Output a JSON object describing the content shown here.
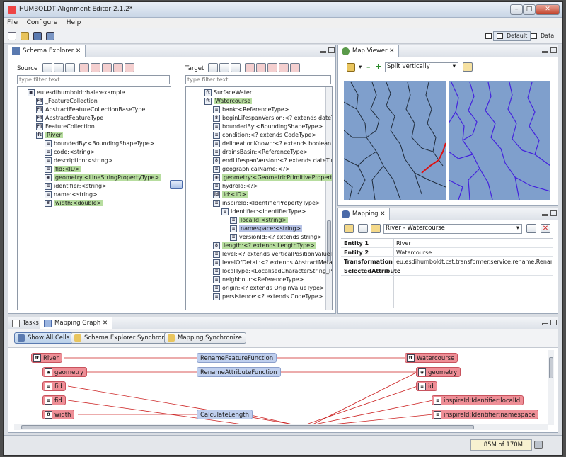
{
  "window": {
    "title": "HUMBOLDT Alignment Editor 2.1.2*"
  },
  "menu": [
    "File",
    "Configure",
    "Help"
  ],
  "perspectives": {
    "default": "Default",
    "data": "Data"
  },
  "schema_explorer": {
    "tab": "Schema Explorer",
    "source_label": "Source",
    "target_label": "Target",
    "source_filter_placeholder": "type filter text",
    "target_filter_placeholder": "type filter text",
    "source_tree": [
      {
        "icon": "package",
        "text": "eu:esdihumboldt:hale:example",
        "indent": 0,
        "hl": ""
      },
      {
        "icon": "FT",
        "text": "_FeatureCollection",
        "indent": 1,
        "hl": ""
      },
      {
        "icon": "FT",
        "text": "AbstractFeatureCollectionBaseType",
        "indent": 1,
        "hl": ""
      },
      {
        "icon": "FT",
        "text": "AbstractFeatureType",
        "indent": 1,
        "hl": ""
      },
      {
        "icon": "FT",
        "text": "FeatureCollection",
        "indent": 1,
        "hl": ""
      },
      {
        "icon": "ft",
        "text": "River",
        "indent": 1,
        "hl": "g"
      },
      {
        "icon": "list",
        "text": "boundedBy:<BoundingShapeType>",
        "indent": 2,
        "hl": ""
      },
      {
        "icon": "list",
        "text": "code:<string>",
        "indent": 2,
        "hl": ""
      },
      {
        "icon": "list",
        "text": "description:<string>",
        "indent": 2,
        "hl": ""
      },
      {
        "icon": "list",
        "text": "fid:<ID>",
        "indent": 2,
        "hl": "g"
      },
      {
        "icon": "geo",
        "text": "geometry:<LineStringPropertyType>",
        "indent": 2,
        "hl": "g"
      },
      {
        "icon": "list",
        "text": "identifier:<string>",
        "indent": 2,
        "hl": ""
      },
      {
        "icon": "list",
        "text": "name:<string>",
        "indent": 2,
        "hl": ""
      },
      {
        "icon": "8",
        "text": "width:<double>",
        "indent": 2,
        "hl": "g"
      }
    ],
    "target_tree": [
      {
        "icon": "ft",
        "text": "SurfaceWater",
        "indent": 0,
        "hl": ""
      },
      {
        "icon": "ft",
        "text": "Watercourse",
        "indent": 0,
        "hl": "g"
      },
      {
        "icon": "list",
        "text": "bank:<ReferenceType>",
        "indent": 1,
        "hl": ""
      },
      {
        "icon": "8",
        "text": "beginLifespanVersion:<? extends dateTi",
        "indent": 1,
        "hl": ""
      },
      {
        "icon": "list",
        "text": "boundedBy:<BoundingShapeType>",
        "indent": 1,
        "hl": ""
      },
      {
        "icon": "list",
        "text": "condition:<? extends CodeType>",
        "indent": 1,
        "hl": ""
      },
      {
        "icon": "list",
        "text": "delineationKnown:<? extends boolean>",
        "indent": 1,
        "hl": ""
      },
      {
        "icon": "list",
        "text": "drainsBasin:<ReferenceType>",
        "indent": 1,
        "hl": ""
      },
      {
        "icon": "8",
        "text": "endLifespanVersion:<? extends dateTim",
        "indent": 1,
        "hl": ""
      },
      {
        "icon": "list",
        "text": "geographicalName:<?>",
        "indent": 1,
        "hl": ""
      },
      {
        "icon": "geo",
        "text": "geometry:<GeometricPrimitiveProperty",
        "indent": 1,
        "hl": "g"
      },
      {
        "icon": "list",
        "text": "hydroId:<?>",
        "indent": 1,
        "hl": ""
      },
      {
        "icon": "id",
        "text": "id:<ID>",
        "indent": 1,
        "hl": "g"
      },
      {
        "icon": "list",
        "text": "inspireId:<IdentifierPropertyType>",
        "indent": 1,
        "hl": ""
      },
      {
        "icon": "list",
        "text": "Identifier:<IdentifierType>",
        "indent": 2,
        "hl": ""
      },
      {
        "icon": "list",
        "text": "localId:<string>",
        "indent": 3,
        "hl": "g"
      },
      {
        "icon": "list",
        "text": "namespace:<string>",
        "indent": 3,
        "hl": "b"
      },
      {
        "icon": "list",
        "text": "versionId:<? extends string>",
        "indent": 3,
        "hl": ""
      },
      {
        "icon": "8",
        "text": "length:<? extends LengthType>",
        "indent": 1,
        "hl": "g"
      },
      {
        "icon": "list",
        "text": "level:<? extends VerticalPositionValueTy",
        "indent": 1,
        "hl": ""
      },
      {
        "icon": "list",
        "text": "levelOfDetail:<? extends AbstractMetada",
        "indent": 1,
        "hl": ""
      },
      {
        "icon": "list",
        "text": "localType:<LocalisedCharacterString_Pr",
        "indent": 1,
        "hl": ""
      },
      {
        "icon": "list",
        "text": "neighbour:<ReferenceType>",
        "indent": 1,
        "hl": ""
      },
      {
        "icon": "list",
        "text": "origin:<? extends OriginValueType>",
        "indent": 1,
        "hl": ""
      },
      {
        "icon": "list",
        "text": "persistence:<? extends CodeType>",
        "indent": 1,
        "hl": ""
      }
    ]
  },
  "map_viewer": {
    "tab": "Map Viewer",
    "split_mode": "Split vertically"
  },
  "mapping": {
    "tab": "Mapping",
    "selected": "River - Watercourse",
    "rows": [
      {
        "key": "Entity 1",
        "value": "River"
      },
      {
        "key": "Entity 2",
        "value": "Watercourse"
      },
      {
        "key": "Transformation",
        "value": "eu.esdihumboldt.cst.transformer.service.rename.RenameFea"
      },
      {
        "key": "SelectedAttribute",
        "value": ""
      }
    ]
  },
  "bottom": {
    "tab_tasks": "Tasks",
    "tab_graph": "Mapping Graph",
    "btn_show_all": "Show All Cells",
    "btn_schema_sync": "Schema Explorer Synchronize",
    "btn_mapping_sync": "Mapping Synchronize",
    "left_nodes": [
      {
        "icon": "ft",
        "text": "River"
      },
      {
        "icon": "geo",
        "text": "geometry"
      },
      {
        "icon": "list",
        "text": "fid"
      },
      {
        "icon": "list",
        "text": "fid"
      },
      {
        "icon": "8",
        "text": "width"
      }
    ],
    "functions": [
      "RenameFeatureFunction",
      "RenameAttributeFunction",
      "CalculateLength"
    ],
    "right_nodes": [
      {
        "icon": "ft",
        "text": "Watercourse"
      },
      {
        "icon": "geo",
        "text": "geometry"
      },
      {
        "icon": "list",
        "text": "id"
      },
      {
        "icon": "list",
        "text": "inspireId;Identifier;localId"
      },
      {
        "icon": "list",
        "text": "inspireId;Identifier;namespace"
      }
    ]
  },
  "status": {
    "memory": "85M of 170M"
  },
  "colors": {
    "source_node": "#ee8e96",
    "function_node": "#bfcfee",
    "highlight": "#b7dd9f",
    "link": "#cc2222"
  }
}
